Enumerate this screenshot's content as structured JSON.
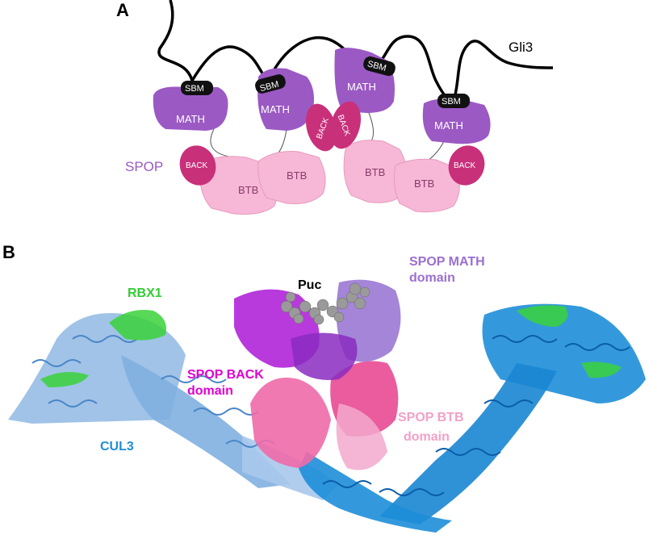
{
  "panel_a": {
    "letter": "A",
    "gli3": "Gli3",
    "spop": "SPOP",
    "sbm": "SBM",
    "math": "MATH",
    "back": "BACK",
    "btb": "BTB"
  },
  "panel_b": {
    "letter": "B",
    "rbx1": "RBX1",
    "puc": "Puc",
    "spop_math_1": "SPOP MATH",
    "spop_math_2": "domain",
    "spop_back_1": "SPOP BACK",
    "spop_back_2": "domain",
    "spop_btb_1": "SPOP BTB",
    "spop_btb_2": "domain",
    "cul3": "CUL3"
  },
  "colors": {
    "math": "#9b59c4",
    "back": "#c8307a",
    "btb": "#f6b8d6",
    "sbm": "#111111",
    "spop_label": "#9b59c4",
    "rbx1": "#33cc33",
    "cul3": "#1e8ed8",
    "cul3_light": "#7fb0e0",
    "spop_back_label": "#e000d0",
    "spop_btb_label": "#f3a0c8",
    "spop_math_label": "#9b6fd0"
  }
}
